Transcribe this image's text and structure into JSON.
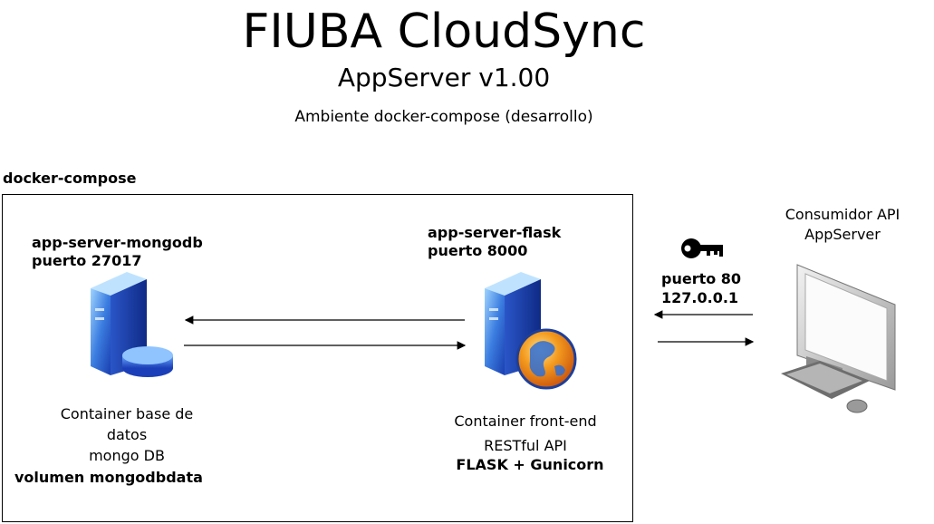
{
  "header": {
    "title": "FIUBA CloudSync",
    "subtitle": "AppServer v1.00",
    "environment": "Ambiente docker-compose (desarrollo)"
  },
  "compose": {
    "label": "docker-compose"
  },
  "mongodb": {
    "name": "app-server-mongodb",
    "port": "puerto 27017",
    "desc_line1": "Container base de",
    "desc_line2": "datos",
    "desc_line3": "mongo DB",
    "volume": "volumen mongodbdata"
  },
  "flask": {
    "name": "app-server-flask",
    "port": "puerto 8000",
    "desc_line1": "Container front-end",
    "desc_line2": "RESTful API",
    "tech": "FLASK + Gunicorn"
  },
  "gateway": {
    "port": "puerto 80",
    "ip": "127.0.0.1"
  },
  "consumer": {
    "line1": "Consumidor API",
    "line2": "AppServer"
  },
  "icons": {
    "db_server": "database-server-icon",
    "web_server": "web-server-globe-icon",
    "key": "key-icon",
    "computer": "desktop-computer-icon"
  }
}
